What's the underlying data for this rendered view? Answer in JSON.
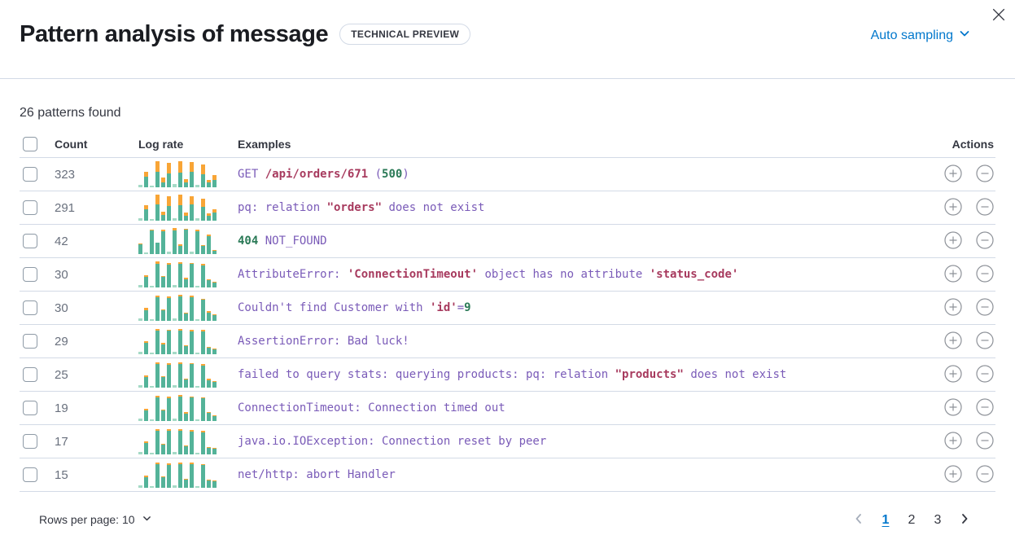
{
  "colors": {
    "link_blue": "#0077CC",
    "title_text": "#1A1C21",
    "body_text": "#343741",
    "muted_text": "#69707D",
    "divider": "#D3DAE6",
    "code_keyword_purple": "#7A5BB8",
    "code_value_red": "#A73A5E",
    "code_number_green": "#2B7A57",
    "spark_green": "#54B399",
    "spark_green_light": "#A5DAC6",
    "spark_orange": "#F8A536"
  },
  "header": {
    "title": "Pattern analysis of message",
    "badge": "TECHNICAL PREVIEW",
    "sampling_label": "Auto sampling"
  },
  "summary": {
    "patterns_found": "26 patterns found"
  },
  "table": {
    "columns": {
      "count": "Count",
      "log_rate": "Log rate",
      "examples": "Examples",
      "actions": "Actions"
    },
    "rows": [
      {
        "count": "323",
        "spark": [
          [
            0.1,
            0
          ],
          [
            0.42,
            0.2
          ],
          [
            0.05,
            0
          ],
          [
            0.6,
            0.4
          ],
          [
            0.2,
            0.18
          ],
          [
            0.52,
            0.4
          ],
          [
            0.12,
            0
          ],
          [
            0.55,
            0.45
          ],
          [
            0.18,
            0.14
          ],
          [
            0.6,
            0.36
          ],
          [
            0.08,
            0
          ],
          [
            0.5,
            0.36
          ],
          [
            0.2,
            0.1
          ],
          [
            0.28,
            0.2
          ]
        ],
        "example": [
          [
            "GET ",
            "k"
          ],
          [
            "/api/orders/671",
            "v"
          ],
          [
            " (",
            "k"
          ],
          [
            "500",
            "n"
          ],
          [
            ")",
            "k"
          ]
        ]
      },
      {
        "count": "291",
        "spark": [
          [
            0.1,
            0
          ],
          [
            0.45,
            0.16
          ],
          [
            0.06,
            0
          ],
          [
            0.64,
            0.36
          ],
          [
            0.22,
            0.14
          ],
          [
            0.56,
            0.36
          ],
          [
            0.1,
            0
          ],
          [
            0.58,
            0.4
          ],
          [
            0.2,
            0.12
          ],
          [
            0.62,
            0.3
          ],
          [
            0.08,
            0
          ],
          [
            0.54,
            0.32
          ],
          [
            0.18,
            0.08
          ],
          [
            0.3,
            0.12
          ]
        ],
        "example": [
          [
            "pq: relation ",
            "k"
          ],
          [
            "\"orders\"",
            "v"
          ],
          [
            " does not exist",
            "k"
          ]
        ]
      },
      {
        "count": "42",
        "spark": [
          [
            0.36,
            0.02
          ],
          [
            0.06,
            0
          ],
          [
            0.92,
            0.04
          ],
          [
            0.44,
            0
          ],
          [
            0.88,
            0.05
          ],
          [
            0.08,
            0
          ],
          [
            0.9,
            0.08
          ],
          [
            0.3,
            0.05
          ],
          [
            0.94,
            0.03
          ],
          [
            0.08,
            0
          ],
          [
            0.86,
            0.05
          ],
          [
            0.32,
            0.04
          ],
          [
            0.7,
            0.07
          ],
          [
            0.12,
            0.03
          ]
        ],
        "example": [
          [
            "404",
            "n"
          ],
          [
            " NOT_FOUND",
            "k"
          ]
        ]
      },
      {
        "count": "30",
        "spark": [
          [
            0.08,
            0
          ],
          [
            0.42,
            0.06
          ],
          [
            0.05,
            0
          ],
          [
            0.9,
            0.08
          ],
          [
            0.4,
            0.04
          ],
          [
            0.86,
            0.05
          ],
          [
            0.08,
            0
          ],
          [
            0.92,
            0.06
          ],
          [
            0.3,
            0.05
          ],
          [
            0.9,
            0.04
          ],
          [
            0.07,
            0
          ],
          [
            0.84,
            0.05
          ],
          [
            0.28,
            0.04
          ],
          [
            0.2,
            0.03
          ]
        ],
        "example": [
          [
            "AttributeError: ",
            "k"
          ],
          [
            "'ConnectionTimeout'",
            "v"
          ],
          [
            " object has no attribute ",
            "k"
          ],
          [
            "'status_code'",
            "v"
          ]
        ]
      },
      {
        "count": "30",
        "spark": [
          [
            0.08,
            0
          ],
          [
            0.4,
            0.08
          ],
          [
            0.05,
            0
          ],
          [
            0.92,
            0.05
          ],
          [
            0.42,
            0.04
          ],
          [
            0.88,
            0.06
          ],
          [
            0.08,
            0
          ],
          [
            0.94,
            0.05
          ],
          [
            0.28,
            0.04
          ],
          [
            0.92,
            0.05
          ],
          [
            0.07,
            0
          ],
          [
            0.82,
            0.04
          ],
          [
            0.3,
            0.05
          ],
          [
            0.22,
            0.03
          ]
        ],
        "example": [
          [
            "Couldn't find Customer with ",
            "k"
          ],
          [
            "'id'",
            "v"
          ],
          [
            "=",
            "k"
          ],
          [
            "9",
            "n"
          ]
        ]
      },
      {
        "count": "29",
        "spark": [
          [
            0.09,
            0
          ],
          [
            0.44,
            0.05
          ],
          [
            0.05,
            0
          ],
          [
            0.9,
            0.06
          ],
          [
            0.38,
            0.05
          ],
          [
            0.9,
            0.04
          ],
          [
            0.08,
            0
          ],
          [
            0.92,
            0.06
          ],
          [
            0.32,
            0.04
          ],
          [
            0.88,
            0.05
          ],
          [
            0.07,
            0
          ],
          [
            0.86,
            0.05
          ],
          [
            0.26,
            0.04
          ],
          [
            0.2,
            0.04
          ]
        ],
        "example": [
          [
            "AssertionError: Bad luck!",
            "k"
          ]
        ]
      },
      {
        "count": "25",
        "spark": [
          [
            0.08,
            0
          ],
          [
            0.42,
            0.06
          ],
          [
            0.05,
            0
          ],
          [
            0.92,
            0.05
          ],
          [
            0.4,
            0.04
          ],
          [
            0.88,
            0.05
          ],
          [
            0.09,
            0
          ],
          [
            0.9,
            0.07
          ],
          [
            0.3,
            0.04
          ],
          [
            0.92,
            0.04
          ],
          [
            0.07,
            0
          ],
          [
            0.84,
            0.05
          ],
          [
            0.28,
            0.05
          ],
          [
            0.22,
            0.03
          ]
        ],
        "example": [
          [
            "failed to query stats: querying products: pq: relation ",
            "k"
          ],
          [
            "\"products\"",
            "v"
          ],
          [
            " does not exist",
            "k"
          ]
        ]
      },
      {
        "count": "19",
        "spark": [
          [
            0.08,
            0
          ],
          [
            0.4,
            0.05
          ],
          [
            0.05,
            0
          ],
          [
            0.9,
            0.06
          ],
          [
            0.42,
            0.04
          ],
          [
            0.86,
            0.05
          ],
          [
            0.08,
            0
          ],
          [
            0.94,
            0.05
          ],
          [
            0.28,
            0.05
          ],
          [
            0.9,
            0.04
          ],
          [
            0.07,
            0
          ],
          [
            0.86,
            0.04
          ],
          [
            0.3,
            0.04
          ],
          [
            0.2,
            0.03
          ]
        ],
        "example": [
          [
            "ConnectionTimeout: Connection timed out",
            "k"
          ]
        ]
      },
      {
        "count": "17",
        "spark": [
          [
            0.09,
            0
          ],
          [
            0.44,
            0.06
          ],
          [
            0.05,
            0
          ],
          [
            0.92,
            0.05
          ],
          [
            0.38,
            0.04
          ],
          [
            0.9,
            0.05
          ],
          [
            0.08,
            0
          ],
          [
            0.92,
            0.06
          ],
          [
            0.3,
            0.04
          ],
          [
            0.88,
            0.05
          ],
          [
            0.07,
            0
          ],
          [
            0.84,
            0.05
          ],
          [
            0.26,
            0.04
          ],
          [
            0.22,
            0.03
          ]
        ],
        "example": [
          [
            "java.io.IOException: Connection reset by peer",
            "k"
          ]
        ]
      },
      {
        "count": "15",
        "spark": [
          [
            0.08,
            0
          ],
          [
            0.42,
            0.05
          ],
          [
            0.05,
            0
          ],
          [
            0.9,
            0.05
          ],
          [
            0.4,
            0.04
          ],
          [
            0.88,
            0.05
          ],
          [
            0.08,
            0
          ],
          [
            0.92,
            0.05
          ],
          [
            0.3,
            0.04
          ],
          [
            0.9,
            0.05
          ],
          [
            0.07,
            0
          ],
          [
            0.86,
            0.04
          ],
          [
            0.28,
            0.04
          ],
          [
            0.24,
            0.04
          ]
        ],
        "example": [
          [
            "net/http: abort Handler",
            "k"
          ]
        ]
      }
    ]
  },
  "footer": {
    "rows_per_page_label": "Rows per page: 10",
    "pages": [
      "1",
      "2",
      "3"
    ],
    "active_page": "1"
  }
}
